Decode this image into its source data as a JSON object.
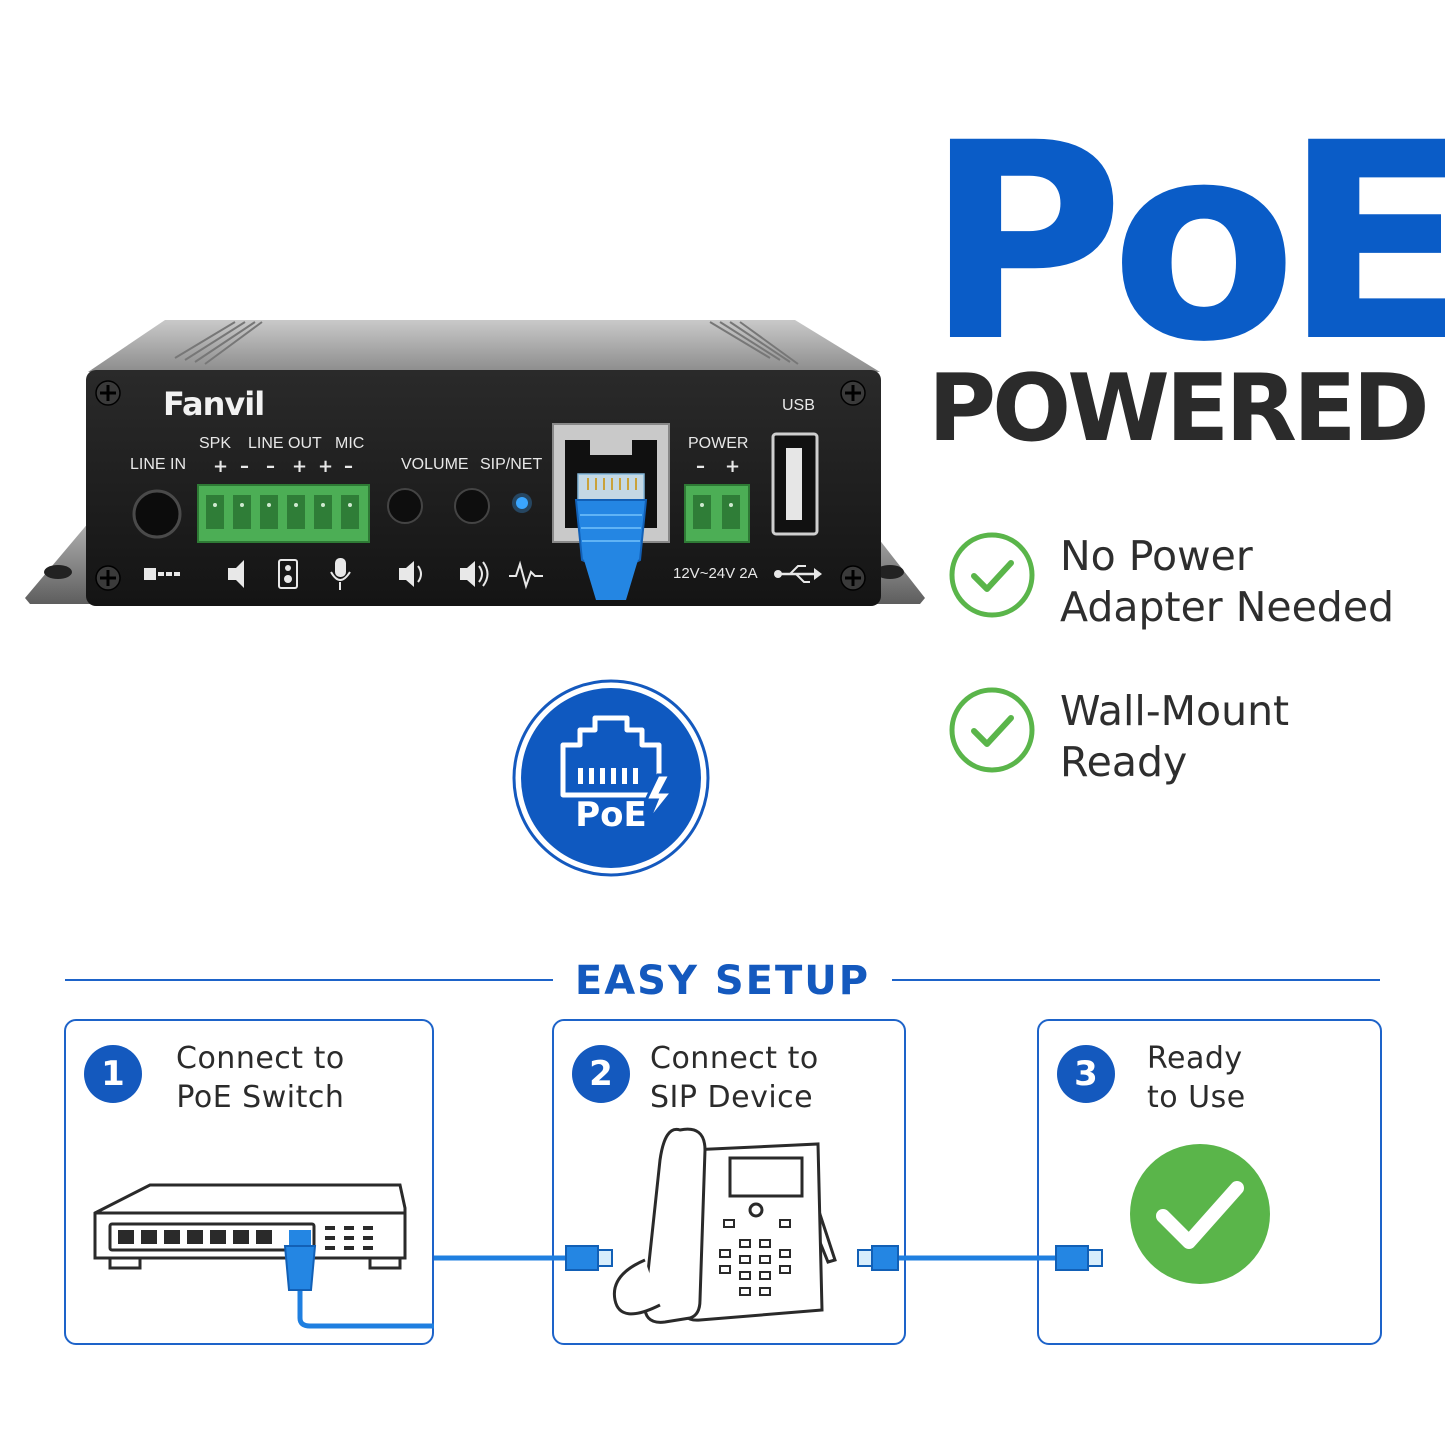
{
  "hero": {
    "title": "PoE",
    "subtitle": "POWERED"
  },
  "features": [
    {
      "line1": "No Power",
      "line2": "Adapter Needed"
    },
    {
      "line1": "Wall-Mount",
      "line2": "Ready"
    }
  ],
  "device": {
    "brand": "Fanvil",
    "labels": {
      "line_in": "LINE IN",
      "spk": "SPK",
      "line_out": "LINE OUT",
      "mic": "MIC",
      "volume": "VOLUME",
      "sip_net": "SIP/NET",
      "power": "POWER",
      "usb": "USB",
      "power_spec": "12V~24V 2A"
    }
  },
  "badge": {
    "text": "PoE"
  },
  "setup": {
    "title": "EASY SETUP",
    "steps": [
      {
        "number": "1",
        "line1": "Connect to",
        "line2": "PoE Switch"
      },
      {
        "number": "2",
        "line1": "Connect to",
        "line2": "SIP Device"
      },
      {
        "number": "3",
        "line1": "Ready",
        "line2": "to Use"
      }
    ]
  },
  "colors": {
    "brand_blue": "#0a5cc7",
    "cable_blue": "#1f8ae6",
    "check_green": "#5ab54a",
    "dark_text": "#2b2b2b"
  }
}
